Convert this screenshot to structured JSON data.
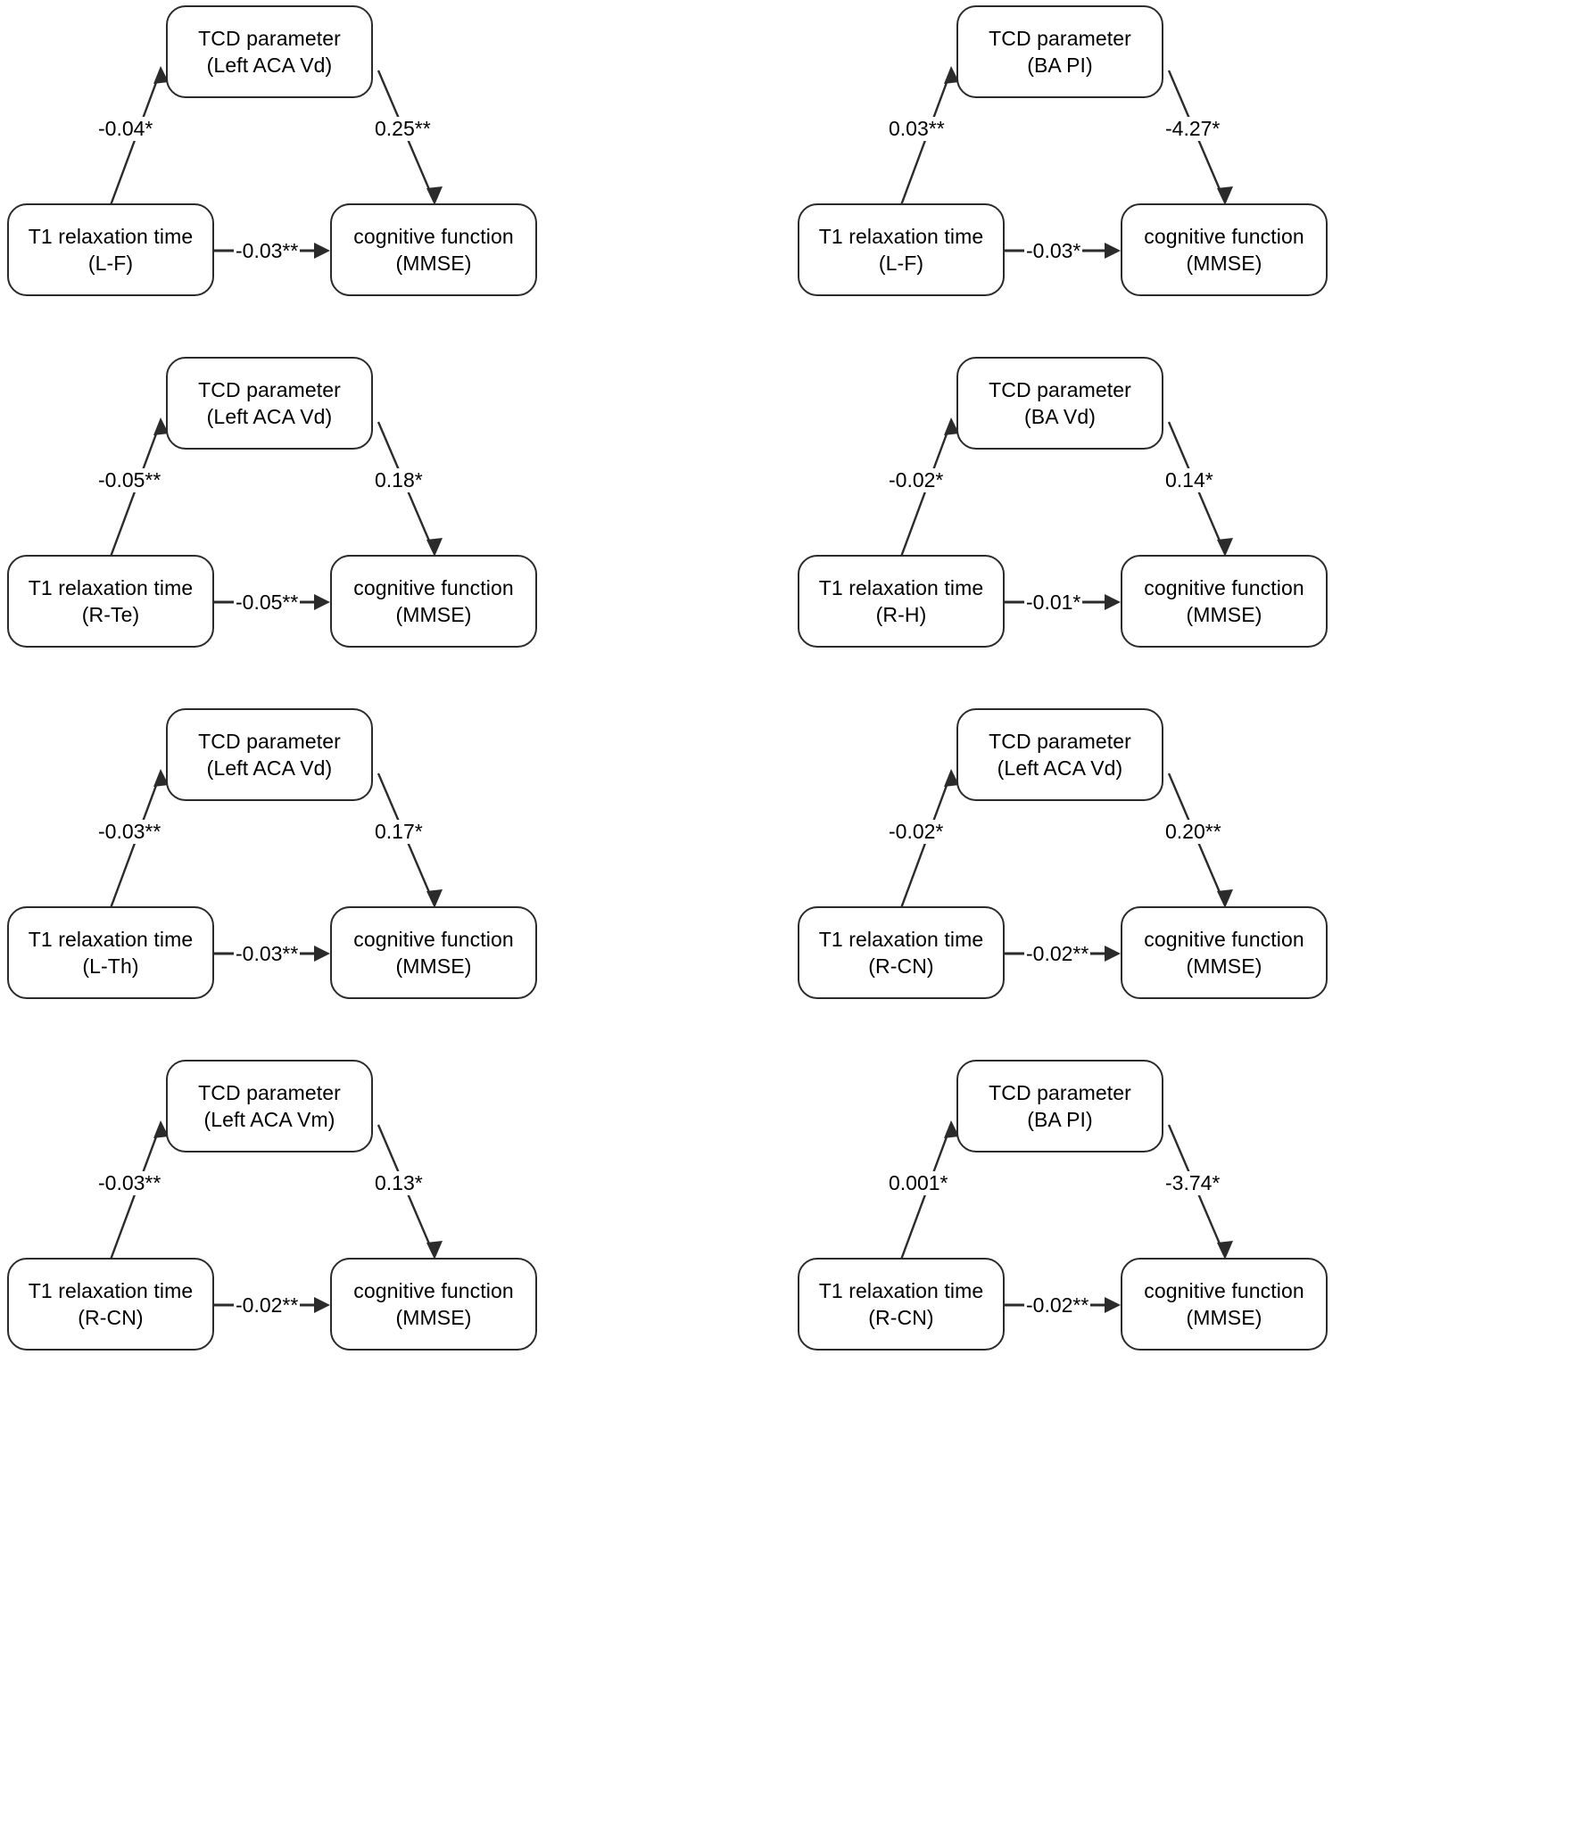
{
  "figure": {
    "type": "mediation-path-diagram-grid",
    "rows": 4,
    "columns": 2,
    "node_labels": {
      "mediator_line1": "TCD parameter",
      "predictor_line1": "T1 relaxation time",
      "outcome_line1": "cognitive function",
      "outcome_line2": "(MMSE)"
    },
    "colors": {
      "stroke": "#2b2b2b",
      "background": "#ffffff",
      "text": "#000000"
    }
  },
  "panels": [
    {
      "id": "panel-1",
      "mediator": {
        "line1": "TCD parameter",
        "line2": "(Left ACA Vd)"
      },
      "predictor": {
        "line1": "T1 relaxation time",
        "line2": "(L-F)"
      },
      "outcome": {
        "line1": "cognitive function",
        "line2": "(MMSE)"
      },
      "path_a": "-0.04*",
      "path_b": "0.25**",
      "path_c": "-0.03**"
    },
    {
      "id": "panel-2",
      "mediator": {
        "line1": "TCD parameter",
        "line2": "(BA PI)"
      },
      "predictor": {
        "line1": "T1 relaxation time",
        "line2": "(L-F)"
      },
      "outcome": {
        "line1": "cognitive function",
        "line2": "(MMSE)"
      },
      "path_a": "0.03**",
      "path_b": "-4.27*",
      "path_c": "-0.03*"
    },
    {
      "id": "panel-3",
      "mediator": {
        "line1": "TCD parameter",
        "line2": "(Left ACA Vd)"
      },
      "predictor": {
        "line1": "T1 relaxation time",
        "line2": "(R-Te)"
      },
      "outcome": {
        "line1": "cognitive function",
        "line2": "(MMSE)"
      },
      "path_a": "-0.05**",
      "path_b": "0.18*",
      "path_c": "-0.05**"
    },
    {
      "id": "panel-4",
      "mediator": {
        "line1": "TCD parameter",
        "line2": "(BA Vd)"
      },
      "predictor": {
        "line1": "T1 relaxation time",
        "line2": "(R-H)"
      },
      "outcome": {
        "line1": "cognitive function",
        "line2": "(MMSE)"
      },
      "path_a": "-0.02*",
      "path_b": "0.14*",
      "path_c": "-0.01*"
    },
    {
      "id": "panel-5",
      "mediator": {
        "line1": "TCD parameter",
        "line2": "(Left ACA Vd)"
      },
      "predictor": {
        "line1": "T1 relaxation time",
        "line2": "(L-Th)"
      },
      "outcome": {
        "line1": "cognitive function",
        "line2": "(MMSE)"
      },
      "path_a": "-0.03**",
      "path_b": "0.17*",
      "path_c": "-0.03**"
    },
    {
      "id": "panel-6",
      "mediator": {
        "line1": "TCD parameter",
        "line2": "(Left ACA Vd)"
      },
      "predictor": {
        "line1": "T1 relaxation time",
        "line2": "(R-CN)"
      },
      "outcome": {
        "line1": "cognitive function",
        "line2": "(MMSE)"
      },
      "path_a": "-0.02*",
      "path_b": "0.20**",
      "path_c": "-0.02**"
    },
    {
      "id": "panel-7",
      "mediator": {
        "line1": "TCD parameter",
        "line2": "(Left ACA Vm)"
      },
      "predictor": {
        "line1": "T1 relaxation time",
        "line2": "(R-CN)"
      },
      "outcome": {
        "line1": "cognitive function",
        "line2": "(MMSE)"
      },
      "path_a": "-0.03**",
      "path_b": "0.13*",
      "path_c": "-0.02**"
    },
    {
      "id": "panel-8",
      "mediator": {
        "line1": "TCD parameter",
        "line2": "(BA PI)"
      },
      "predictor": {
        "line1": "T1 relaxation time",
        "line2": "(R-CN)"
      },
      "outcome": {
        "line1": "cognitive function",
        "line2": "(MMSE)"
      },
      "path_a": "0.001*",
      "path_b": "-3.74*",
      "path_c": "-0.02**"
    }
  ]
}
